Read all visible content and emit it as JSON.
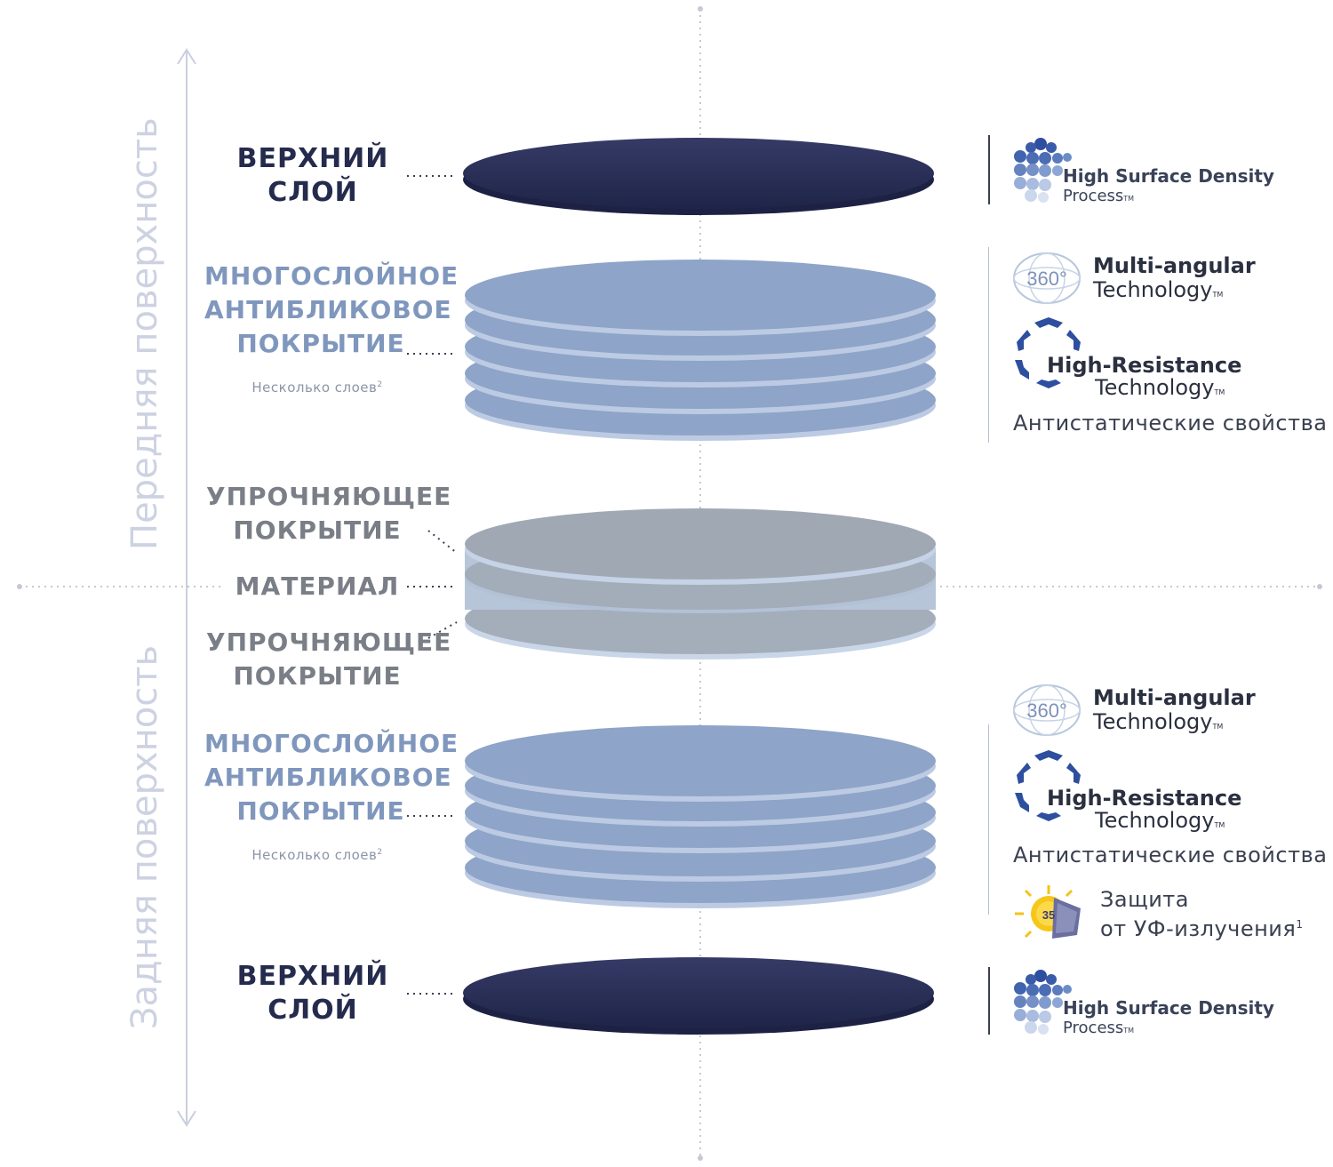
{
  "side_labels": {
    "front": "Передняя поверхность",
    "back": "Задняя поверхность"
  },
  "layers": {
    "top_front": {
      "line1": "ВЕРХНИЙ",
      "line2": "СЛОЙ"
    },
    "ar_front": {
      "line1": "МНОГОСЛОЙНОЕ",
      "line2": "АНТИБЛИКОВОЕ",
      "line3": "ПОКРЫТИЕ",
      "note": "Несколько слоев",
      "note_sup": "2"
    },
    "hard_front": {
      "line1": "УПРОЧНЯЮЩЕЕ",
      "line2": "ПОКРЫТИЕ"
    },
    "material": {
      "label": "МАТЕРИАЛ"
    },
    "hard_back": {
      "line1": "УПРОЧНЯЮЩЕЕ",
      "line2": "ПОКРЫТИЕ"
    },
    "ar_back": {
      "line1": "МНОГОСЛОЙНОЕ",
      "line2": "АНТИБЛИКОВОЕ",
      "line3": "ПОКРЫТИЕ",
      "note": "Несколько слоев",
      "note_sup": "2"
    },
    "top_back": {
      "line1": "ВЕРХНИЙ",
      "line2": "СЛОЙ"
    }
  },
  "features": {
    "hsd": {
      "line1": "High Surface Density",
      "line2": "Process",
      "tm": "TM"
    },
    "multi": {
      "line1": "Multi-angular",
      "line2": "Technology",
      "tm": "TM",
      "badge": "360°"
    },
    "resist": {
      "line1": "High-Resistance",
      "line2": "Technology",
      "tm": "TM"
    },
    "antistatic": "Антистатические свойства",
    "uv": {
      "line1": "Защита",
      "line2": "от УФ-излучения",
      "sup": "1",
      "badge": "35"
    }
  },
  "colors": {
    "dark_navy": "#2b3058",
    "coating_blue": "#8ea4c8",
    "coating_edge": "#bccbe3",
    "material_gray": "#9ea7b4",
    "brand_blue": "#2e4f9f",
    "side_label": "#cdd2e2"
  }
}
